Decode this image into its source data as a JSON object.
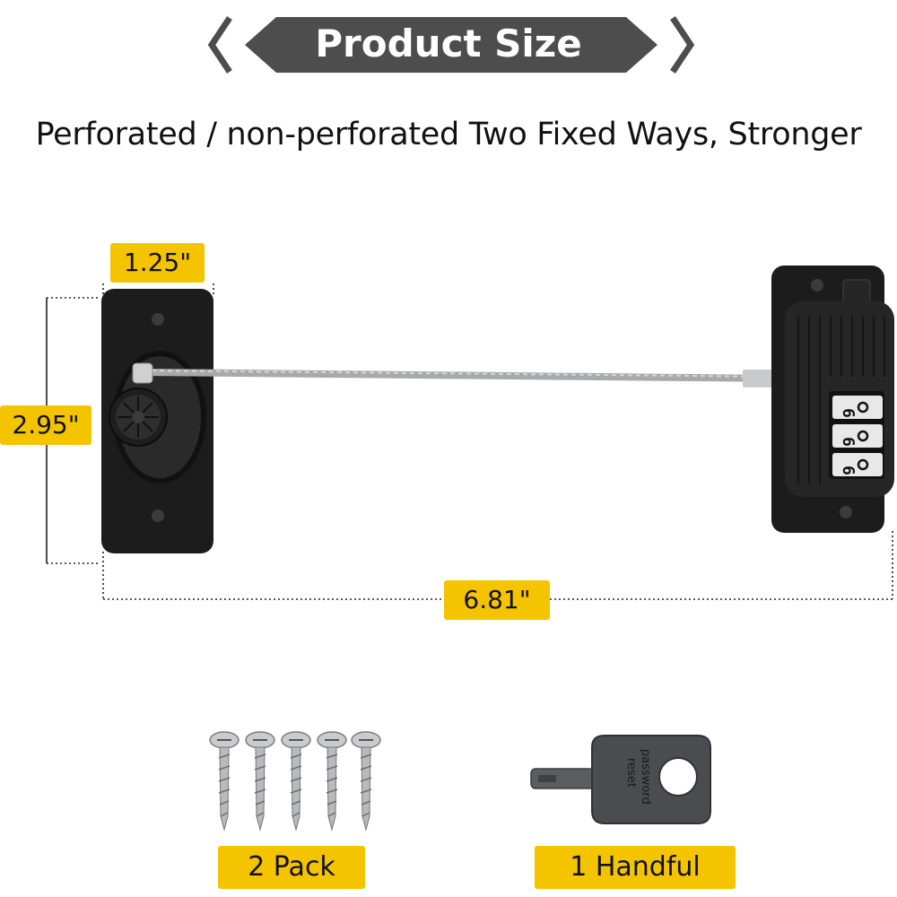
{
  "banner": {
    "title": "Product Size"
  },
  "subtitle": "Perforated / non-perforated Two Fixed Ways, Stronger",
  "dimensions": {
    "width": "1.25\"",
    "height": "2.95\"",
    "length": "6.81\""
  },
  "combination_lock": {
    "dials": [
      "6",
      "6",
      "6"
    ]
  },
  "key": {
    "text": [
      "reset",
      "password"
    ]
  },
  "accessories": {
    "screws_label": "2  Pack",
    "key_label": "1  Handful"
  },
  "colors": {
    "accent": "#f5c400",
    "banner": "#4d4d4d",
    "product": "#1c1c1c",
    "cable": "#a7a9ab"
  }
}
